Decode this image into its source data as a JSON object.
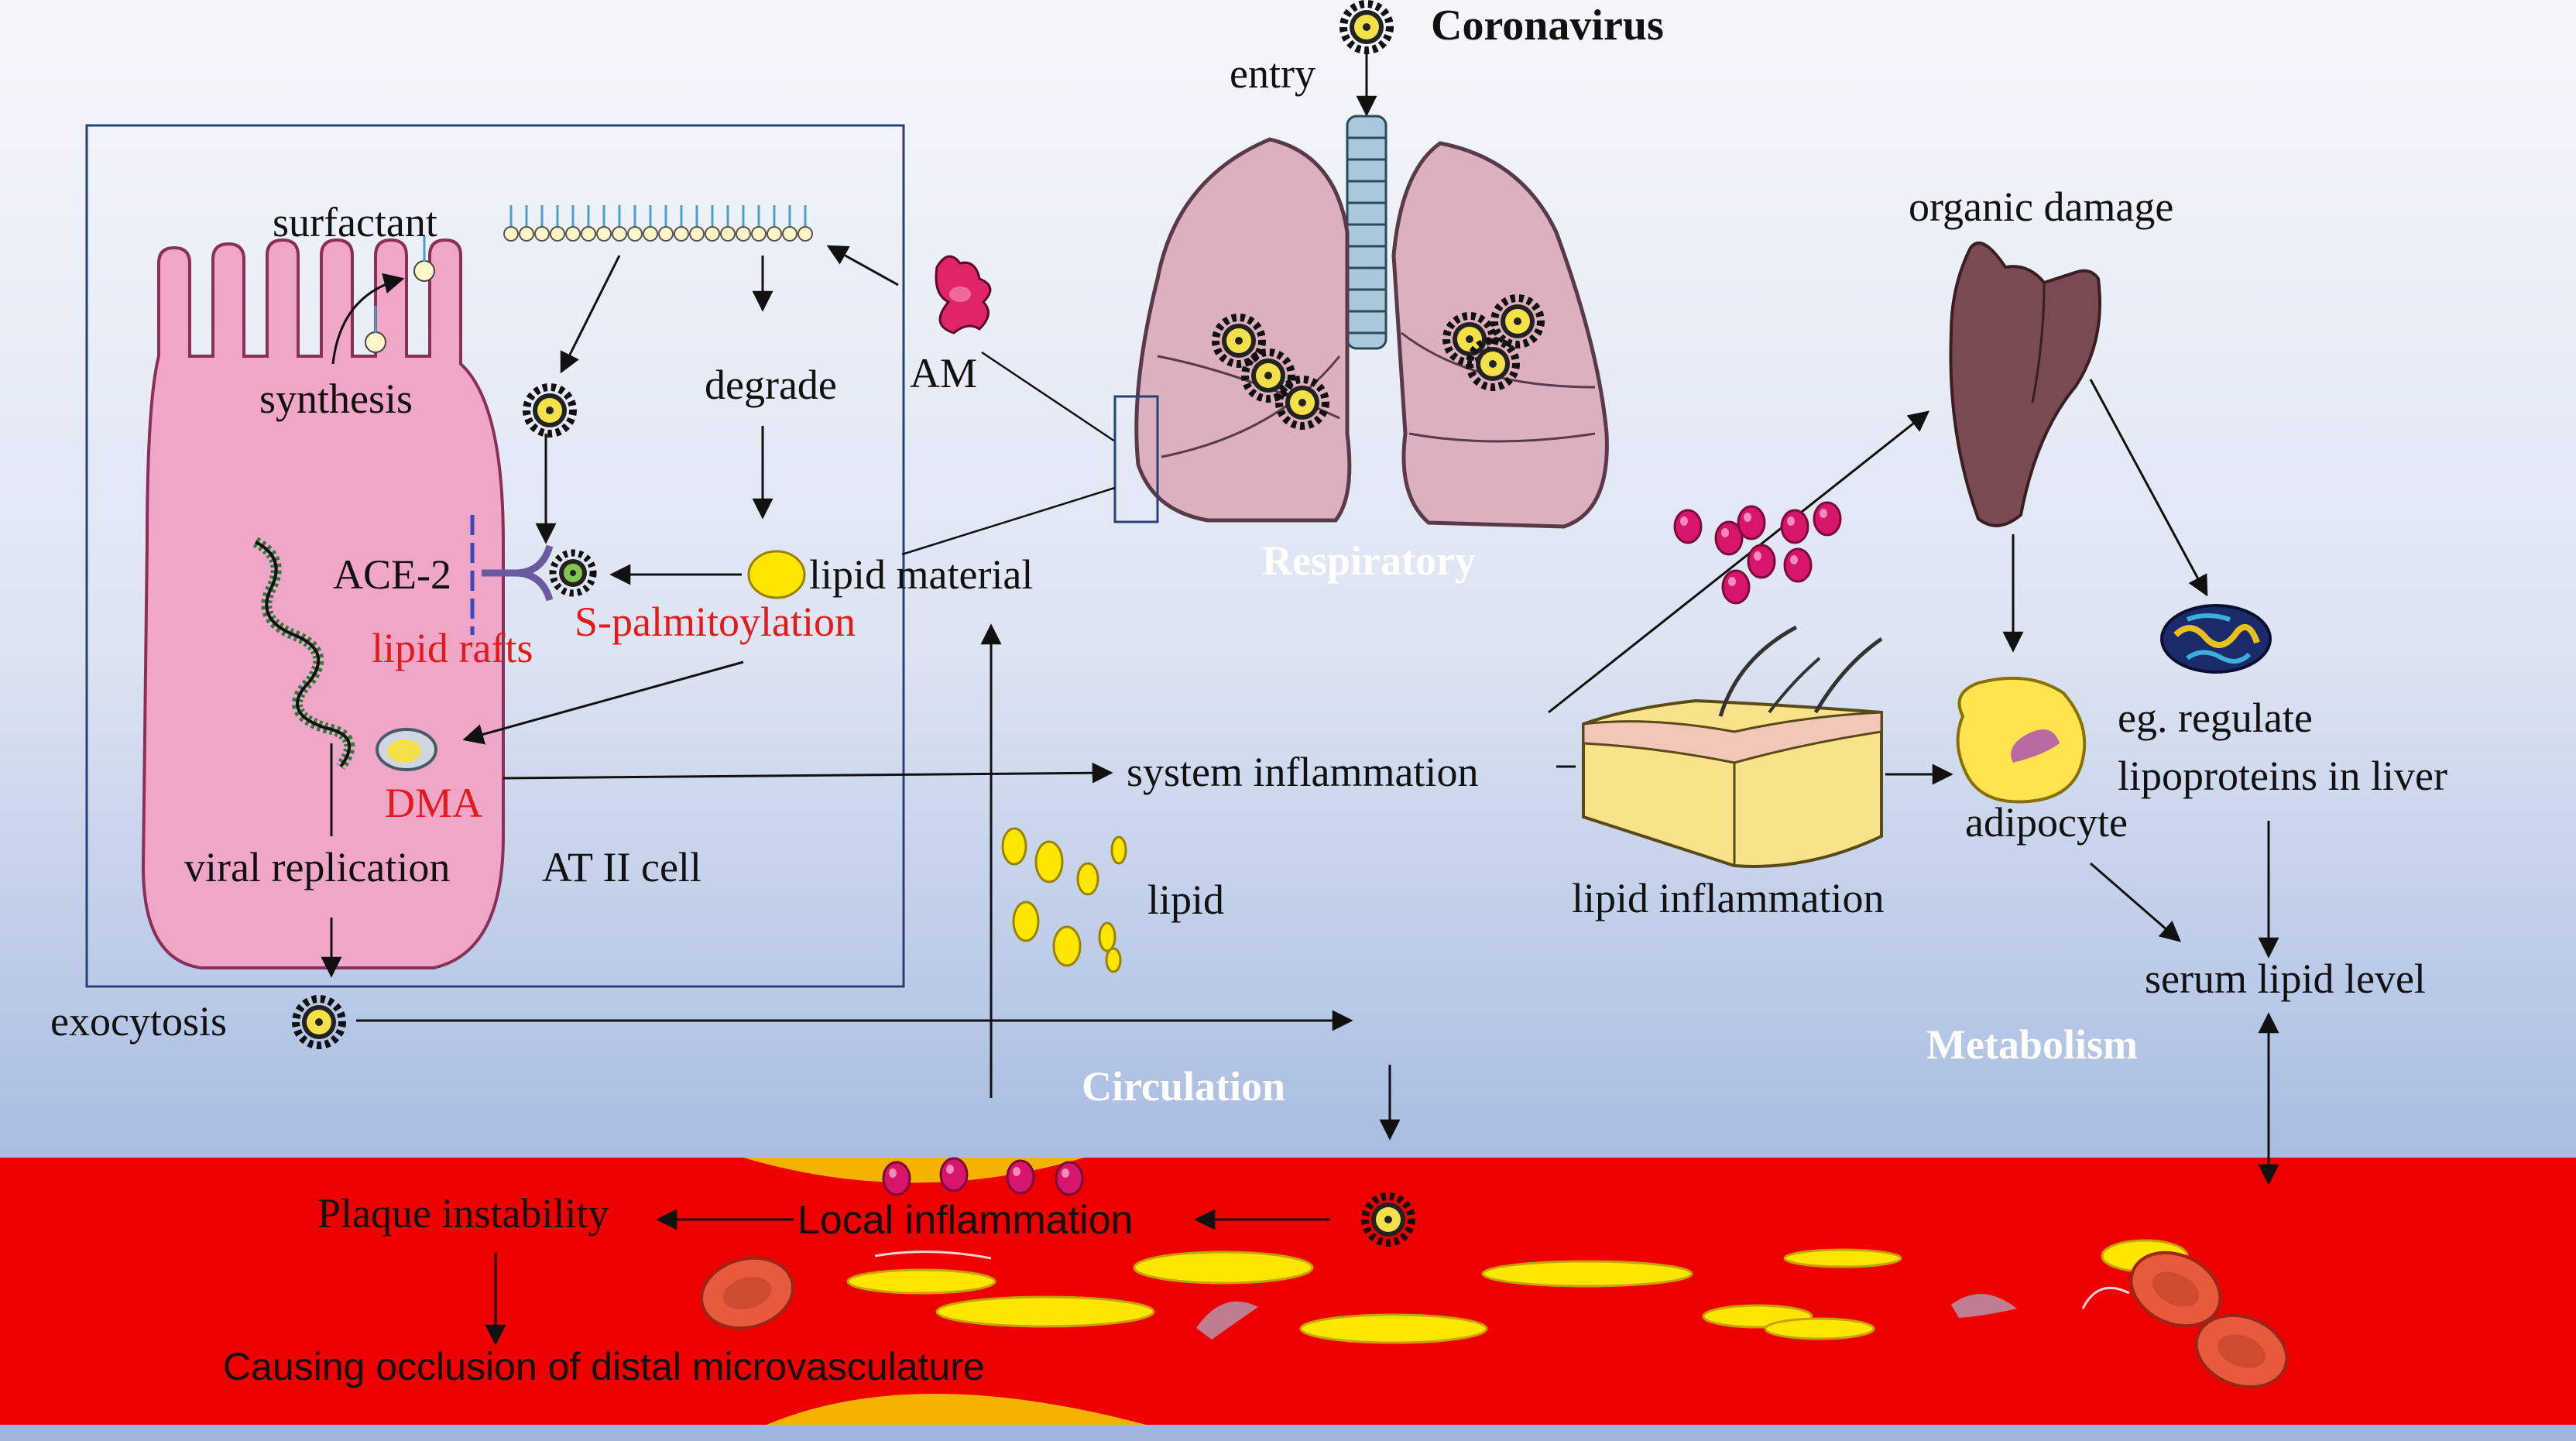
{
  "labels": {
    "coronavirus": "Coronavirus",
    "entry": "entry",
    "surfactant": "surfactant",
    "synthesis": "synthesis",
    "degrade": "degrade",
    "am": "AM",
    "ace2": "ACE-2",
    "lipid_material": "lipid material",
    "s_palmitoylation": "S-palmitoylation",
    "lipid_rafts": "lipid rafts",
    "dma": "DMA",
    "viral_replication": "viral replication",
    "at_ii_cell": "AT II cell",
    "exocytosis": "exocytosis",
    "respiratory": "Respiratory",
    "organic_damage": "organic damage",
    "system_inflammation": "system inflammation",
    "lipid": "lipid",
    "lipid_inflammation": "lipid inflammation",
    "adipocyte": "adipocyte",
    "eg_regulate": "eg. regulate",
    "lipoproteins_in_liver": "lipoproteins in liver",
    "serum_lipid_level": "serum lipid level",
    "metabolism": "Metabolism",
    "circulation": "Circulation",
    "plaque_instability": "Plaque instability",
    "local_inflammation": "Local inflammation",
    "causing_occlusion": "Causing occlusion of distal microvasculature"
  },
  "colors": {
    "vessel_red": "#ee0000",
    "plaque_yellow": "#f5b300",
    "lipid_yellow": "#ffe600",
    "cell_pink": "#f0a6c6",
    "lung_pink": "#ddb0c0",
    "liver_brown": "#7a4a52",
    "cytokine_magenta": "#d6156b",
    "label_red": "#e41a1a",
    "section_white": "#ffffff"
  }
}
